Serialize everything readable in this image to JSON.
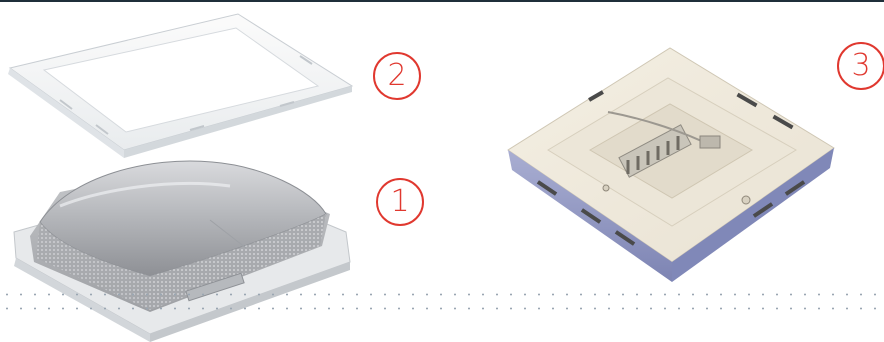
{
  "callouts": {
    "frame": "2",
    "dome": "1",
    "base": "3"
  },
  "colors": {
    "accent": "#e0382f",
    "top_bar": "#1f2f3a",
    "base_edge": "#8e94be"
  },
  "parts": [
    "inner-frame",
    "dome-cover",
    "base-plate"
  ]
}
